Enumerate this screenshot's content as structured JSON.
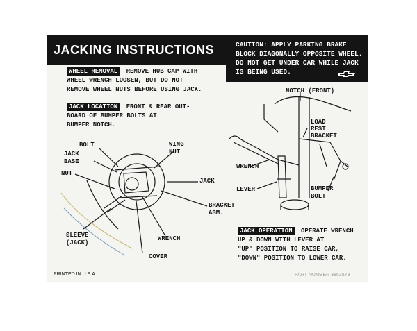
{
  "header": {
    "title": "JACKING INSTRUCTIONS",
    "caution_lines": [
      "CAUTION: APPLY PARKING BRAKE",
      "BLOCK DIAGONALLY OPPOSITE WHEEL.",
      "DO NOT GET UNDER CAR WHILE JACK",
      "IS BEING USED."
    ]
  },
  "sections": {
    "wheel_removal": {
      "tag": "WHEEL REMOVAL",
      "lines": [
        " REMOVE HUB CAP WITH",
        "WHEEL WRENCH LOOSEN, BUT DO NOT",
        "REMOVE WHEEL NUTS BEFORE USING JACK."
      ]
    },
    "jack_location": {
      "tag": "JACK LOCATION",
      "lines": [
        " FRONT & REAR OUT-",
        "BOARD OF BUMPER BOLTS AT",
        "BUMPER NOTCH."
      ]
    },
    "jack_operation": {
      "tag": "JACK OPERATION",
      "lines": [
        " OPERATE WRENCH",
        "UP & DOWN WITH LEVER AT",
        "\"UP\" POSITION TO RAISE CAR,",
        "\"DOWN\" POSITION TO LOWER CAR."
      ]
    }
  },
  "left_diagram": {
    "bolt": "BOLT",
    "jack_base_1": "JACK",
    "jack_base_2": "BASE",
    "nut": "NUT",
    "wing_nut_1": "WING",
    "wing_nut_2": "NUT",
    "jack": "JACK",
    "bracket_1": "BRACKET",
    "bracket_2": "ASM.",
    "wrench": "WRENCH",
    "sleeve_1": "SLEEVE",
    "sleeve_2": "(JACK)",
    "cover": "COVER"
  },
  "right_diagram": {
    "notch": "NOTCH (FRONT)",
    "load_1": "LOAD",
    "load_2": "REST",
    "load_3": "BRACKET",
    "wrench": "WRENCH",
    "lever": "LEVER",
    "bumper_1": "BUMPER",
    "bumper_2": "BOLT"
  },
  "footer": {
    "printed": "PRINTED IN U.S.A.",
    "part_no": "PART NUMBER 3853579"
  }
}
